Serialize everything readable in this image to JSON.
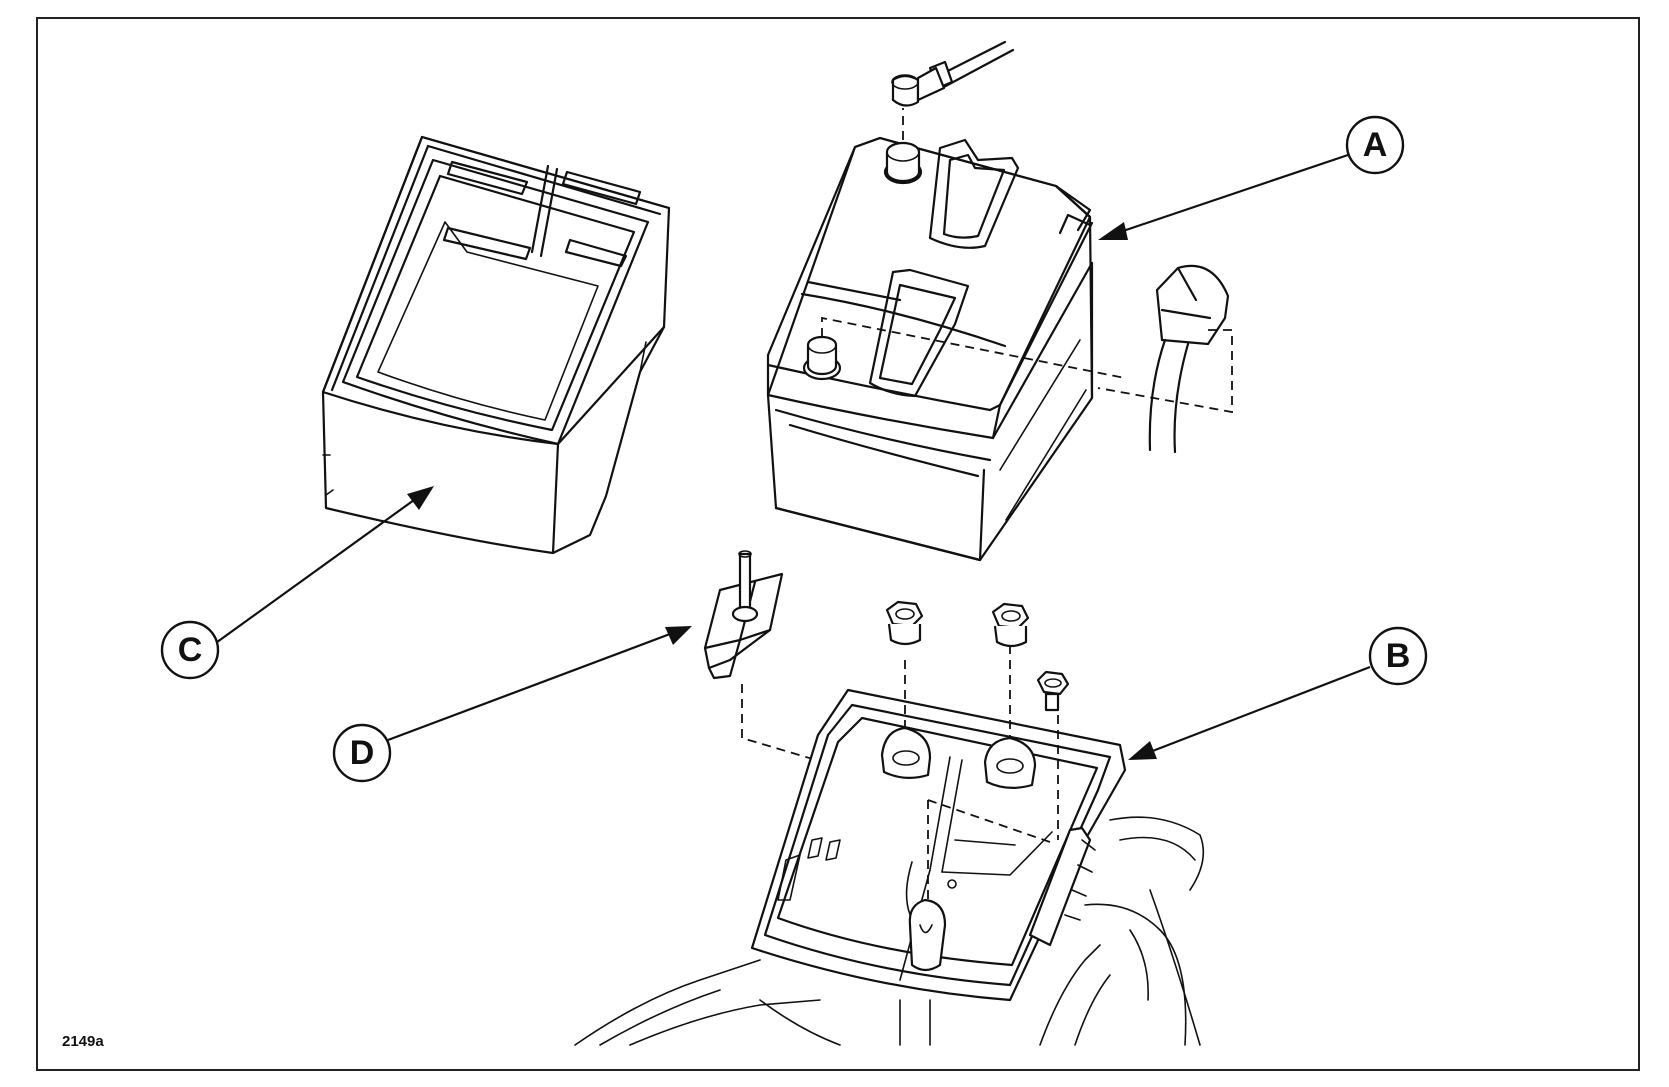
{
  "callouts": {
    "a": "A",
    "b": "B",
    "c": "C",
    "d": "D"
  },
  "figure_id": "2149a"
}
